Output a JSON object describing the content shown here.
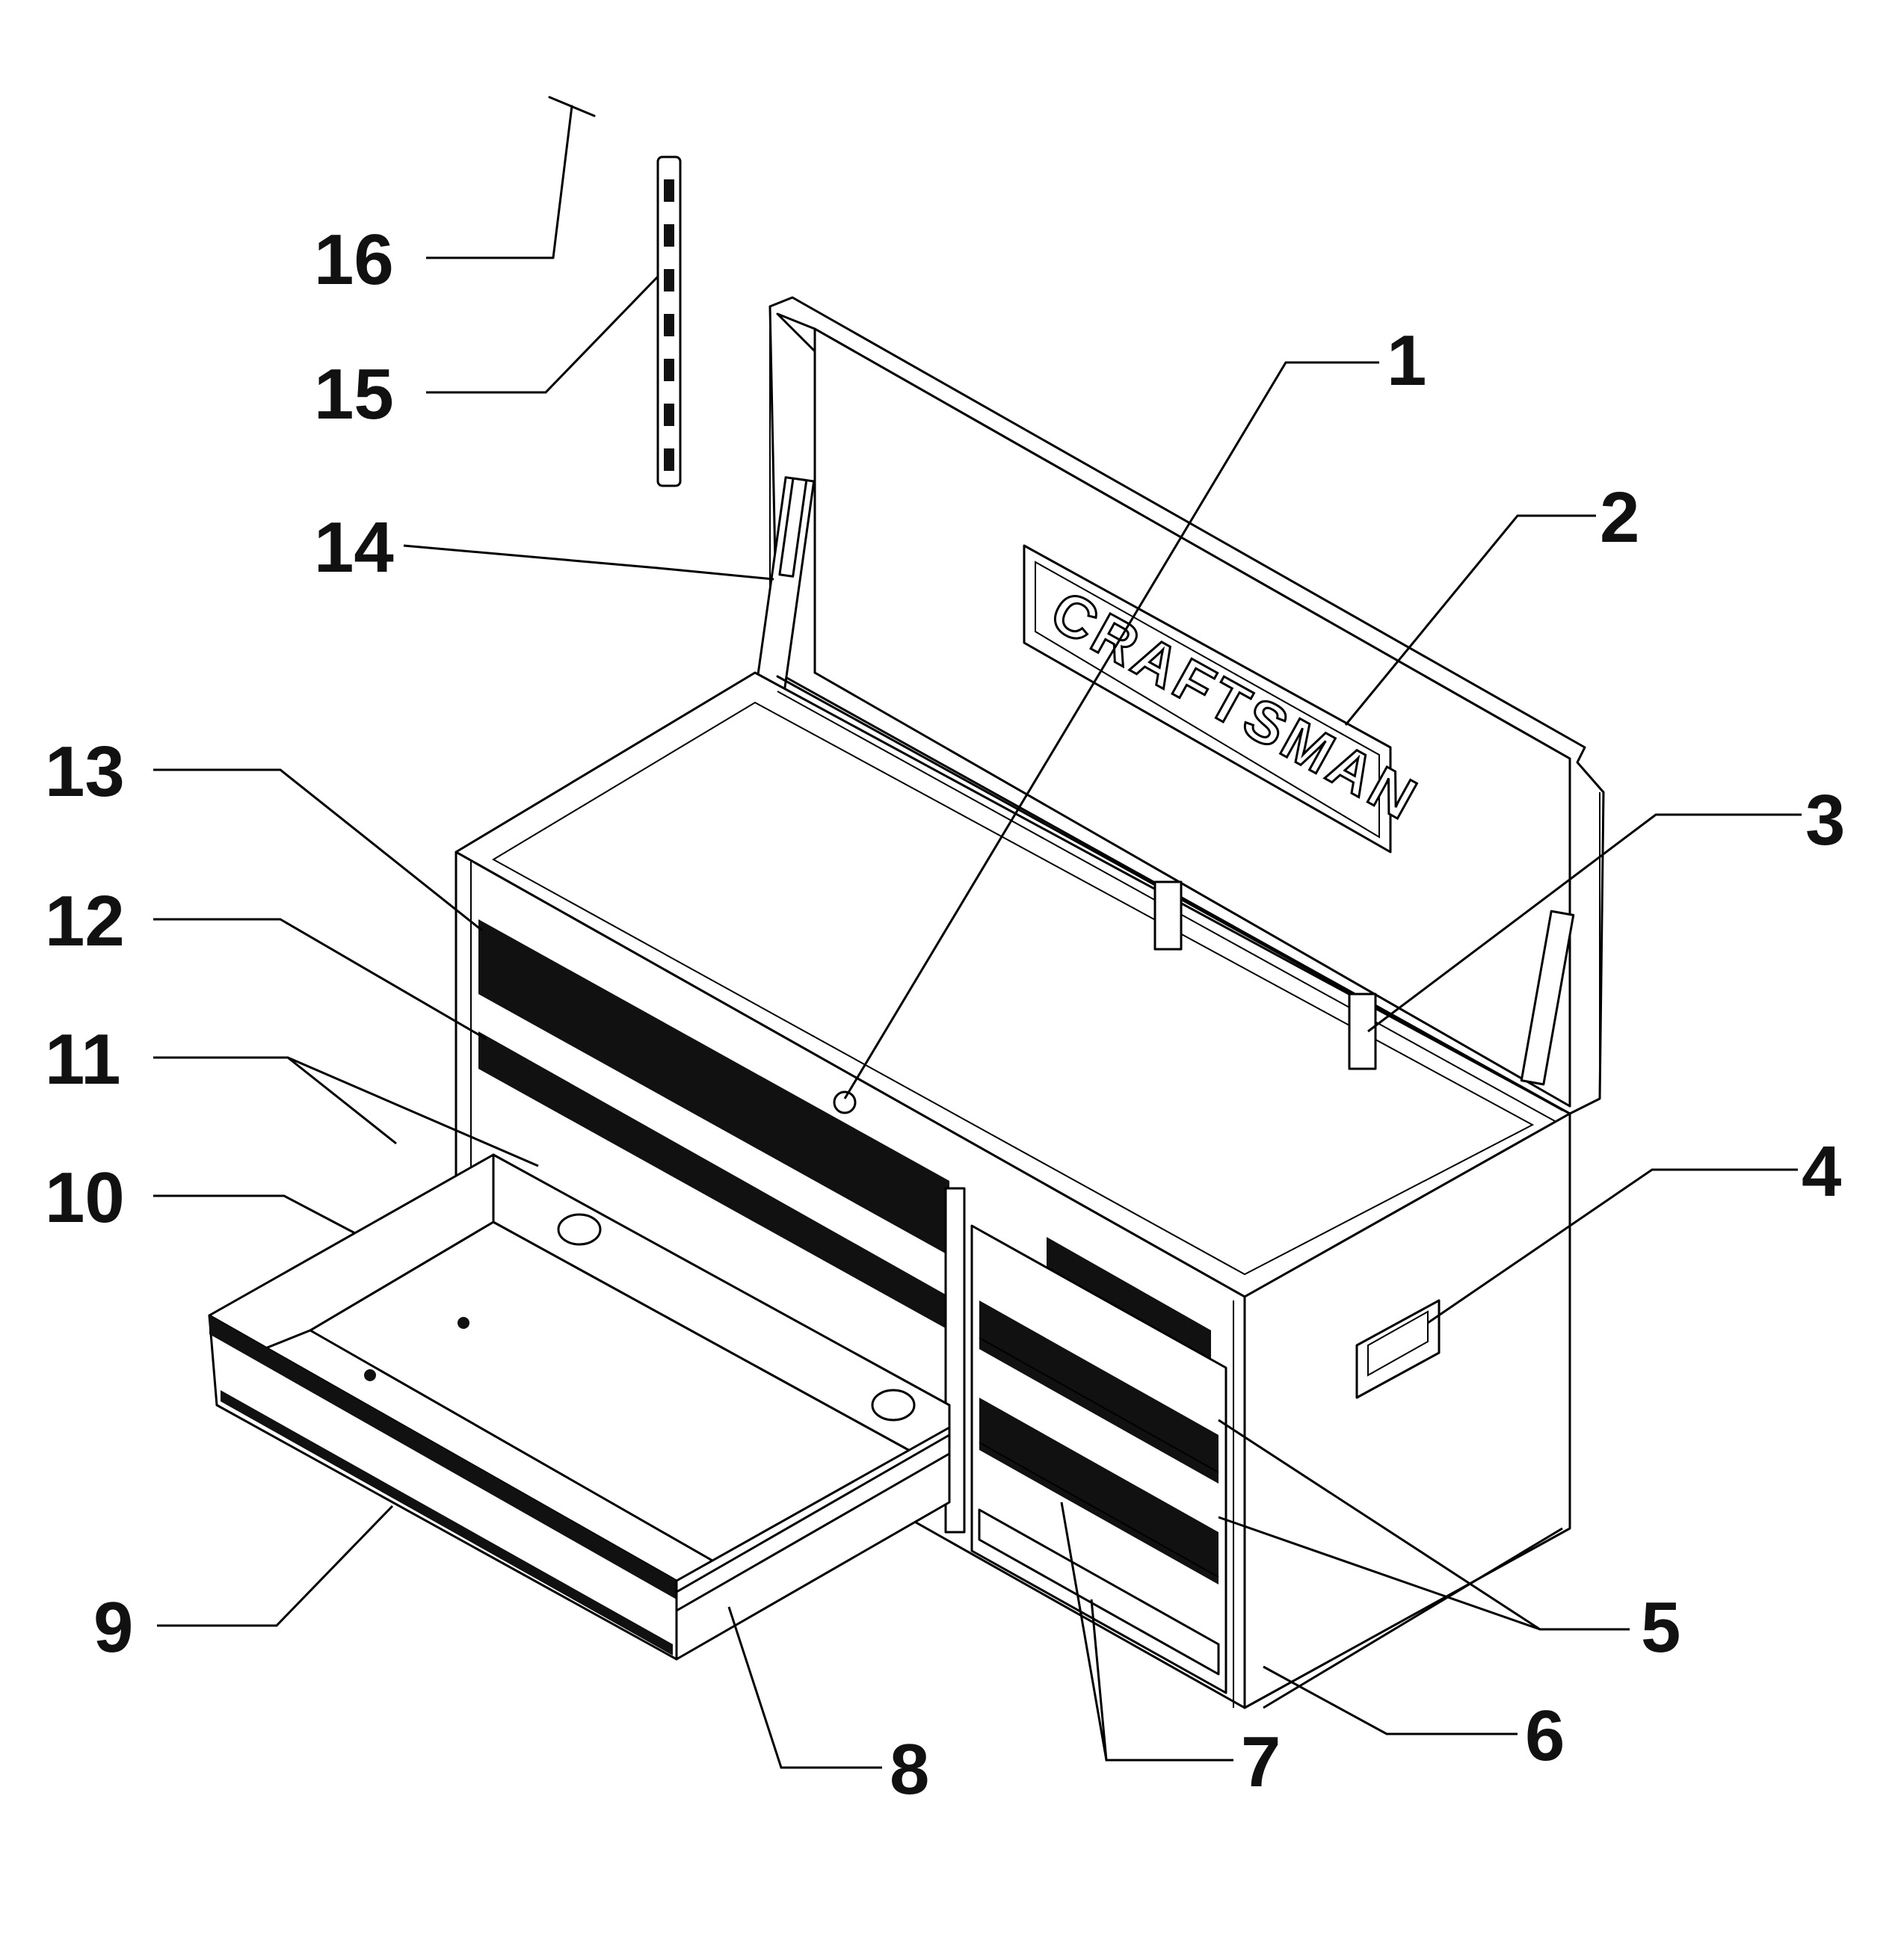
{
  "logo_text": "CRAFTSMAN",
  "callouts": [
    {
      "id": "c1",
      "label": "1"
    },
    {
      "id": "c2",
      "label": "2"
    },
    {
      "id": "c3",
      "label": "3"
    },
    {
      "id": "c4",
      "label": "4"
    },
    {
      "id": "c5",
      "label": "5"
    },
    {
      "id": "c6",
      "label": "6"
    },
    {
      "id": "c7",
      "label": "7"
    },
    {
      "id": "c8",
      "label": "8"
    },
    {
      "id": "c9",
      "label": "9"
    },
    {
      "id": "c10",
      "label": "10"
    },
    {
      "id": "c11",
      "label": "11"
    },
    {
      "id": "c12",
      "label": "12"
    },
    {
      "id": "c13",
      "label": "13"
    },
    {
      "id": "c14",
      "label": "14"
    },
    {
      "id": "c15",
      "label": "15"
    },
    {
      "id": "c16",
      "label": "16"
    }
  ]
}
